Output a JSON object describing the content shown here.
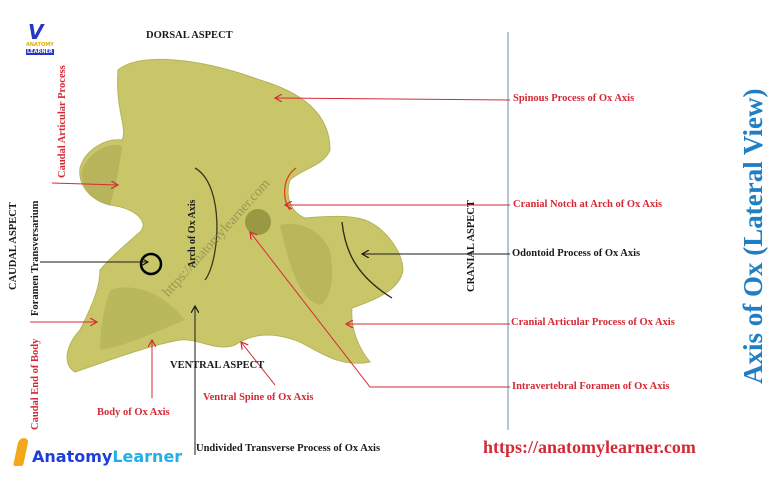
{
  "title": "Axis of Ox (Lateral View)",
  "website_url": "https://anatomylearner.com",
  "watermark": "https://anatomylearner.com",
  "logo": {
    "part1": "Anatomy",
    "part2": "Learner",
    "small_logo_line1": "ANATOMY",
    "small_logo_line2": "LEARNER"
  },
  "aspects": {
    "dorsal": "DORSAL ASPECT",
    "ventral": "VENTRAL  ASPECT",
    "caudal": "CAUDAL  ASPECT",
    "cranial": "CRANIAL  ASPECT"
  },
  "labels": {
    "spinous_process": "Spinous Process of Ox Axis",
    "cranial_notch": "Cranial Notch at Arch  of Ox Axis",
    "odontoid_process": "Odontoid  Process of   Ox  Axis",
    "cranial_articular_process": "Cranial Articular Process  of   Ox Axis",
    "intravertebral_foramen": "Intravertebral  Foramen  of  Ox Axis",
    "undivided_transverse_process": "Undivided   Transverse  Process  of  Ox  Axis",
    "ventral_spine": "Ventral  Spine of Ox Axis",
    "body": "Body  of  Ox Axis",
    "caudal_end_of_body": "Caudal End  of  Body",
    "foramen_transversarium": "Foramen  Transversarium",
    "caudal_articular_process": "Caudal  Articular  Process",
    "arch": "Arch of Ox Axis"
  },
  "colors": {
    "bone": "#c9c66a",
    "bone_shadow": "#a9a64e",
    "label_red": "#d42a35",
    "title_blue": "#1f7fc4",
    "divider": "#9db3c9"
  }
}
